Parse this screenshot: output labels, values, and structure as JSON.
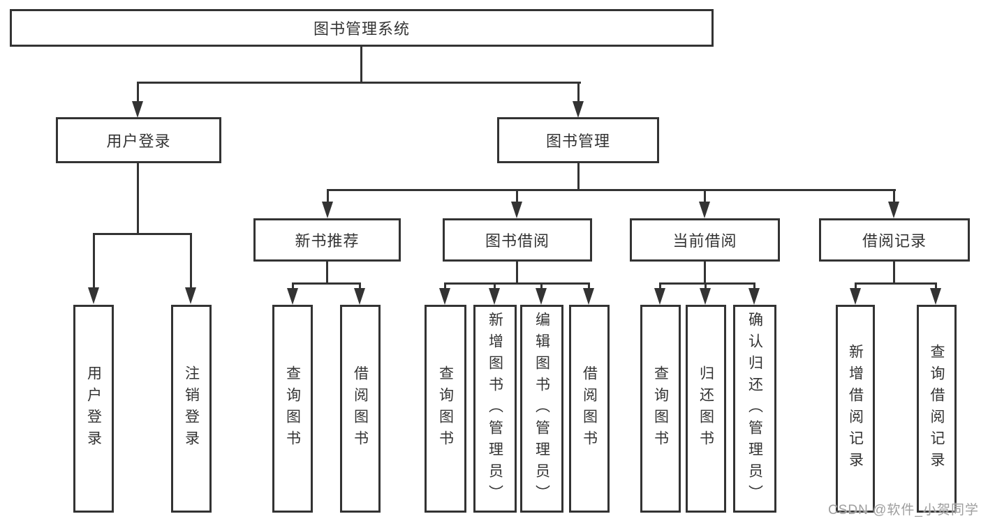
{
  "diagram": {
    "root": {
      "label": "图书管理系统"
    },
    "branches": [
      {
        "label": "用户登录",
        "leaves": [
          "用户登录",
          "注销登录"
        ]
      },
      {
        "label": "图书管理",
        "groups": [
          {
            "label": "新书推荐",
            "leaves": [
              "查询图书",
              "借阅图书"
            ]
          },
          {
            "label": "图书借阅",
            "leaves": [
              "查询图书",
              "新增图书（管理员）",
              "编辑图书（管理员）",
              "借阅图书"
            ]
          },
          {
            "label": "当前借阅",
            "leaves": [
              "查询图书",
              "归还图书",
              "确认归还（管理员）"
            ]
          },
          {
            "label": "借阅记录",
            "leaves": [
              "新增借阅记录",
              "查询借阅记录"
            ]
          }
        ]
      }
    ],
    "watermark": "CSDN @软件_小贺同学",
    "colors": {
      "line": "#333333",
      "text": "#333333",
      "watermark": "#9e9e9e",
      "background": "#ffffff"
    }
  }
}
